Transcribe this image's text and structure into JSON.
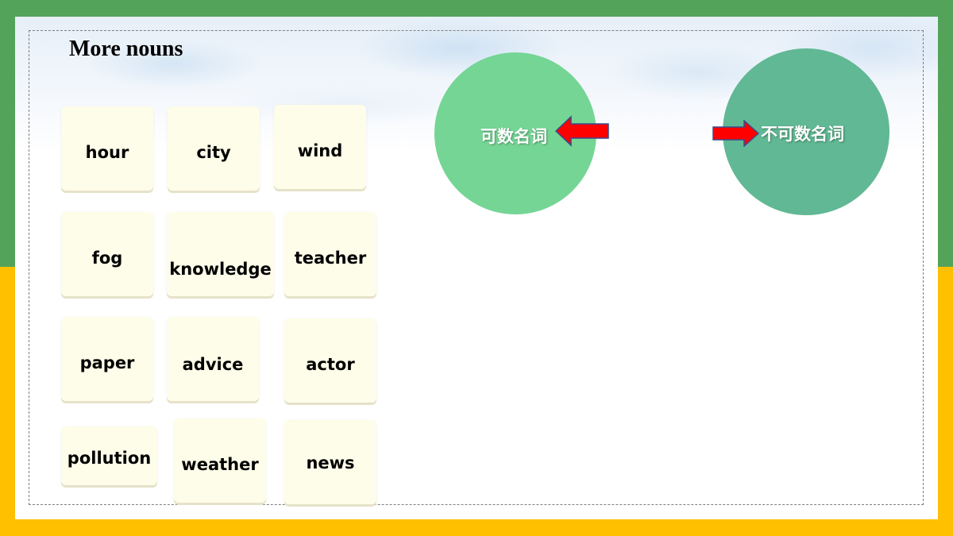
{
  "slide": {
    "title": "More nouns"
  },
  "word_cards": [
    {
      "word": "hour"
    },
    {
      "word": "city"
    },
    {
      "word": "wind"
    },
    {
      "word": "fog"
    },
    {
      "word": "knowledge"
    },
    {
      "word": "teacher"
    },
    {
      "word": "paper"
    },
    {
      "word": "advice"
    },
    {
      "word": "actor"
    },
    {
      "word": "pollution"
    },
    {
      "word": "weather"
    },
    {
      "word": "news"
    }
  ],
  "categories": {
    "countable": {
      "label": "可数名词",
      "color": "#75d595"
    },
    "uncountable": {
      "label": "不可数名词",
      "color": "#61b894"
    }
  },
  "colors": {
    "frame_top": "#53a35a",
    "frame_bottom": "#ffc000",
    "card": "#fefde9",
    "arrow": "#ff0000"
  },
  "icons": {
    "countable_arrow": "left-arrow-icon",
    "uncountable_arrow": "right-arrow-icon"
  }
}
